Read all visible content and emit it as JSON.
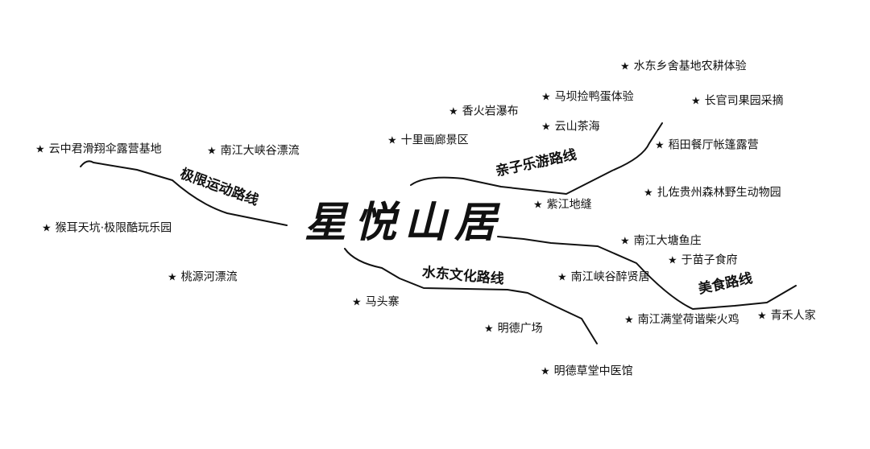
{
  "title": "星悦山居",
  "star_glyph": "★",
  "routes": [
    {
      "name": "极限运动路线"
    },
    {
      "name": "亲子乐游路线"
    },
    {
      "name": "水东文化路线"
    },
    {
      "name": "美食路线"
    }
  ],
  "pois": [
    "水东乡舍基地农耕体验",
    "马坝捡鸭蛋体验",
    "长官司果园采摘",
    "香火岩瀑布",
    "云山茶海",
    "十里画廊景区",
    "稻田餐厅帐篷露营",
    "云中君滑翔伞露营基地",
    "南江大峡谷漂流",
    "扎佐贵州森林野生动物园",
    "紫江地缝",
    "猴耳天坑·极限酷玩乐园",
    "南江大塘鱼庄",
    "于苗子食府",
    "南江峡谷醉贤居",
    "桃源河漂流",
    "马头寨",
    "南江满堂荷谐柴火鸡",
    "青禾人家",
    "明德广场",
    "明德草堂中医馆"
  ]
}
